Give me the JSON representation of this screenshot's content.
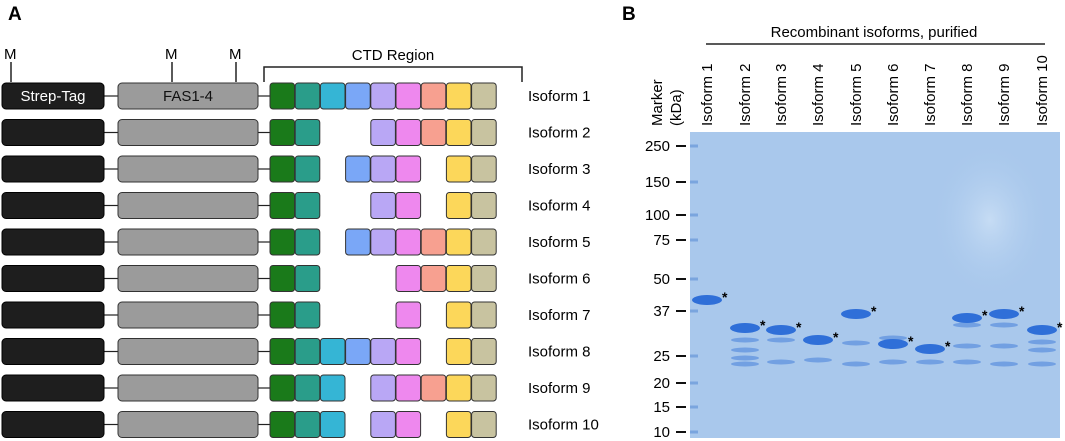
{
  "panel_a": {
    "letter": "A",
    "m_markers": [
      "M",
      "M",
      "M"
    ],
    "strep_label": "Strep-Tag",
    "fas_label": "FAS1-4",
    "ctd_label": "CTD Region",
    "domain_colors": [
      "#1a7a1a",
      "#2a9d8a",
      "#35b5d5",
      "#7aa7f7",
      "#b9a7f5",
      "#ee88ee",
      "#f7a090",
      "#fcd75a",
      "#c8c3a0"
    ],
    "isoforms": [
      {
        "label": "Isoform 1",
        "domains": [
          1,
          1,
          1,
          1,
          1,
          1,
          1,
          1,
          1
        ]
      },
      {
        "label": "Isoform 2",
        "domains": [
          1,
          1,
          0,
          0,
          1,
          1,
          1,
          1,
          1
        ]
      },
      {
        "label": "Isoform 3",
        "domains": [
          1,
          1,
          0,
          1,
          1,
          1,
          0,
          1,
          1
        ]
      },
      {
        "label": "Isoform 4",
        "domains": [
          1,
          1,
          0,
          0,
          1,
          1,
          0,
          1,
          1
        ]
      },
      {
        "label": "Isoform 5",
        "domains": [
          1,
          1,
          0,
          1,
          1,
          1,
          1,
          1,
          1
        ]
      },
      {
        "label": "Isoform 6",
        "domains": [
          1,
          1,
          0,
          0,
          0,
          1,
          1,
          1,
          1
        ]
      },
      {
        "label": "Isoform 7",
        "domains": [
          1,
          1,
          0,
          0,
          0,
          1,
          0,
          1,
          1
        ]
      },
      {
        "label": "Isoform 8",
        "domains": [
          1,
          1,
          1,
          1,
          1,
          1,
          0,
          1,
          1
        ]
      },
      {
        "label": "Isoform 9",
        "domains": [
          1,
          1,
          1,
          0,
          1,
          1,
          1,
          1,
          1
        ]
      },
      {
        "label": "Isoform 10",
        "domains": [
          1,
          1,
          1,
          0,
          1,
          1,
          0,
          1,
          1
        ]
      }
    ]
  },
  "panel_b": {
    "letter": "B",
    "title": "Recombinant isoforms, purified",
    "marker_label": "Marker",
    "marker_unit": "(kDa)",
    "lanes": [
      "Isoform 1",
      "Isoform 2",
      "Isoform 3",
      "Isoform 4",
      "Isoform 5",
      "Isoform 6",
      "Isoform 7",
      "Isoform 8",
      "Isoform 9",
      "Isoform 10"
    ],
    "ladder_kda": [
      "250",
      "150",
      "100",
      "75",
      "50",
      "37",
      "25",
      "20",
      "15",
      "10"
    ],
    "band_mark": "*",
    "gel_color": "#a9c8ec",
    "band_color": "#2f6fd8"
  }
}
